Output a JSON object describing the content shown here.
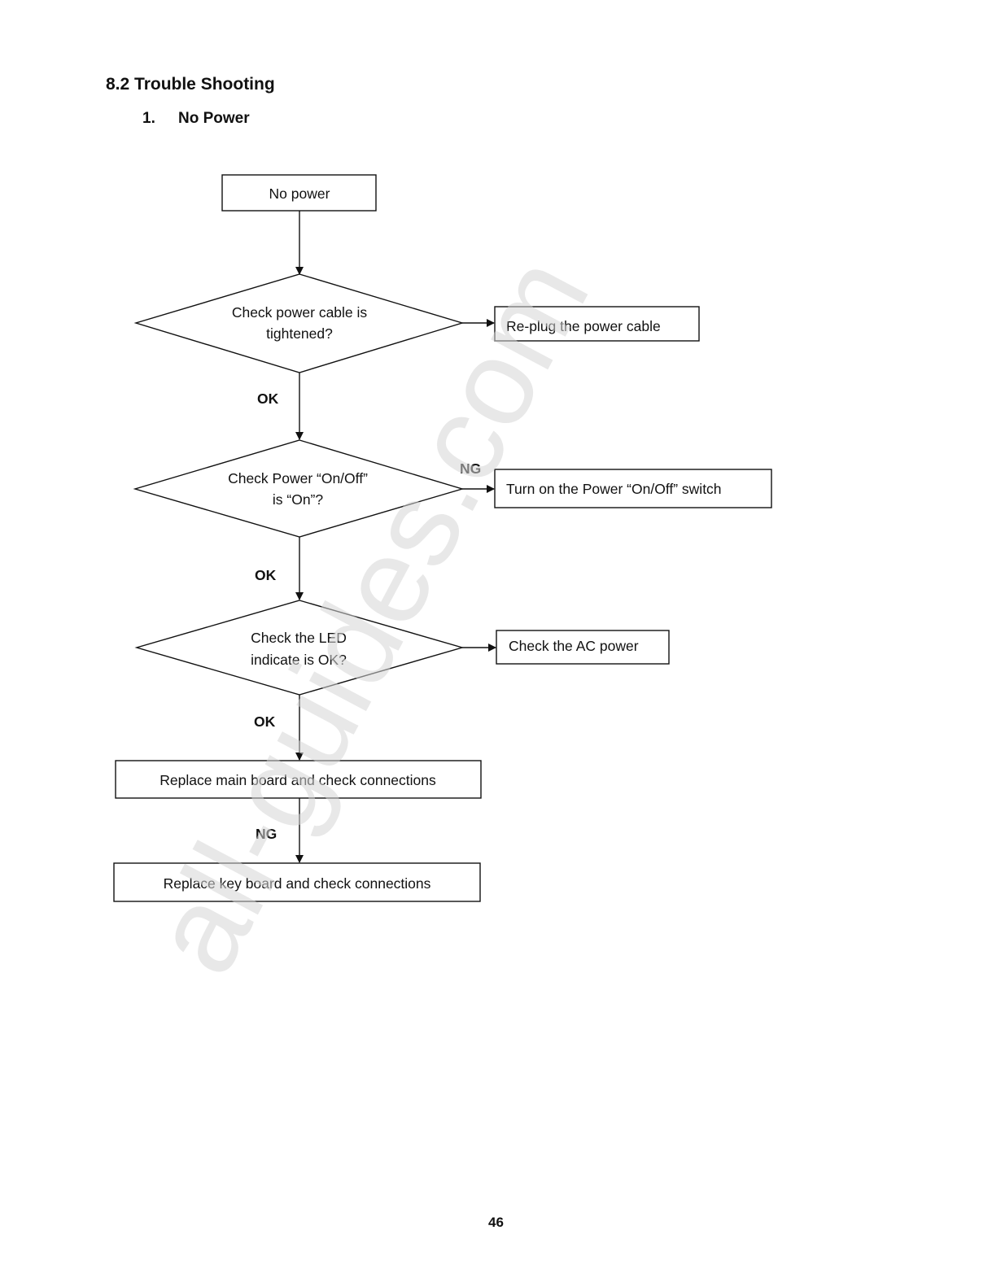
{
  "header": {
    "section_title": "8.2 Trouble Shooting",
    "item_number": "1.",
    "item_title": "No Power"
  },
  "flowchart": {
    "start": "No power",
    "decision_1": {
      "line1": "Check power cable is",
      "line2": "tightened?"
    },
    "action_1": "Re-plug the power cable",
    "label_ok_1": "OK",
    "decision_2": {
      "line1": "Check Power “On/Off”",
      "line2": "is “On”?"
    },
    "label_ng_2": "NG",
    "action_2": "Turn on the Power “On/Off” switch",
    "label_ok_2": "OK",
    "decision_3": {
      "line1": "Check the LED",
      "line2": "indicate is OK?"
    },
    "action_3": "Check the AC power",
    "label_ok_3": "OK",
    "step_main_board": "Replace main board and check connections",
    "label_ng_4": "NG",
    "step_key_board": "Replace key board and check connections"
  },
  "watermark": "all-guides.com",
  "page_number": "46"
}
